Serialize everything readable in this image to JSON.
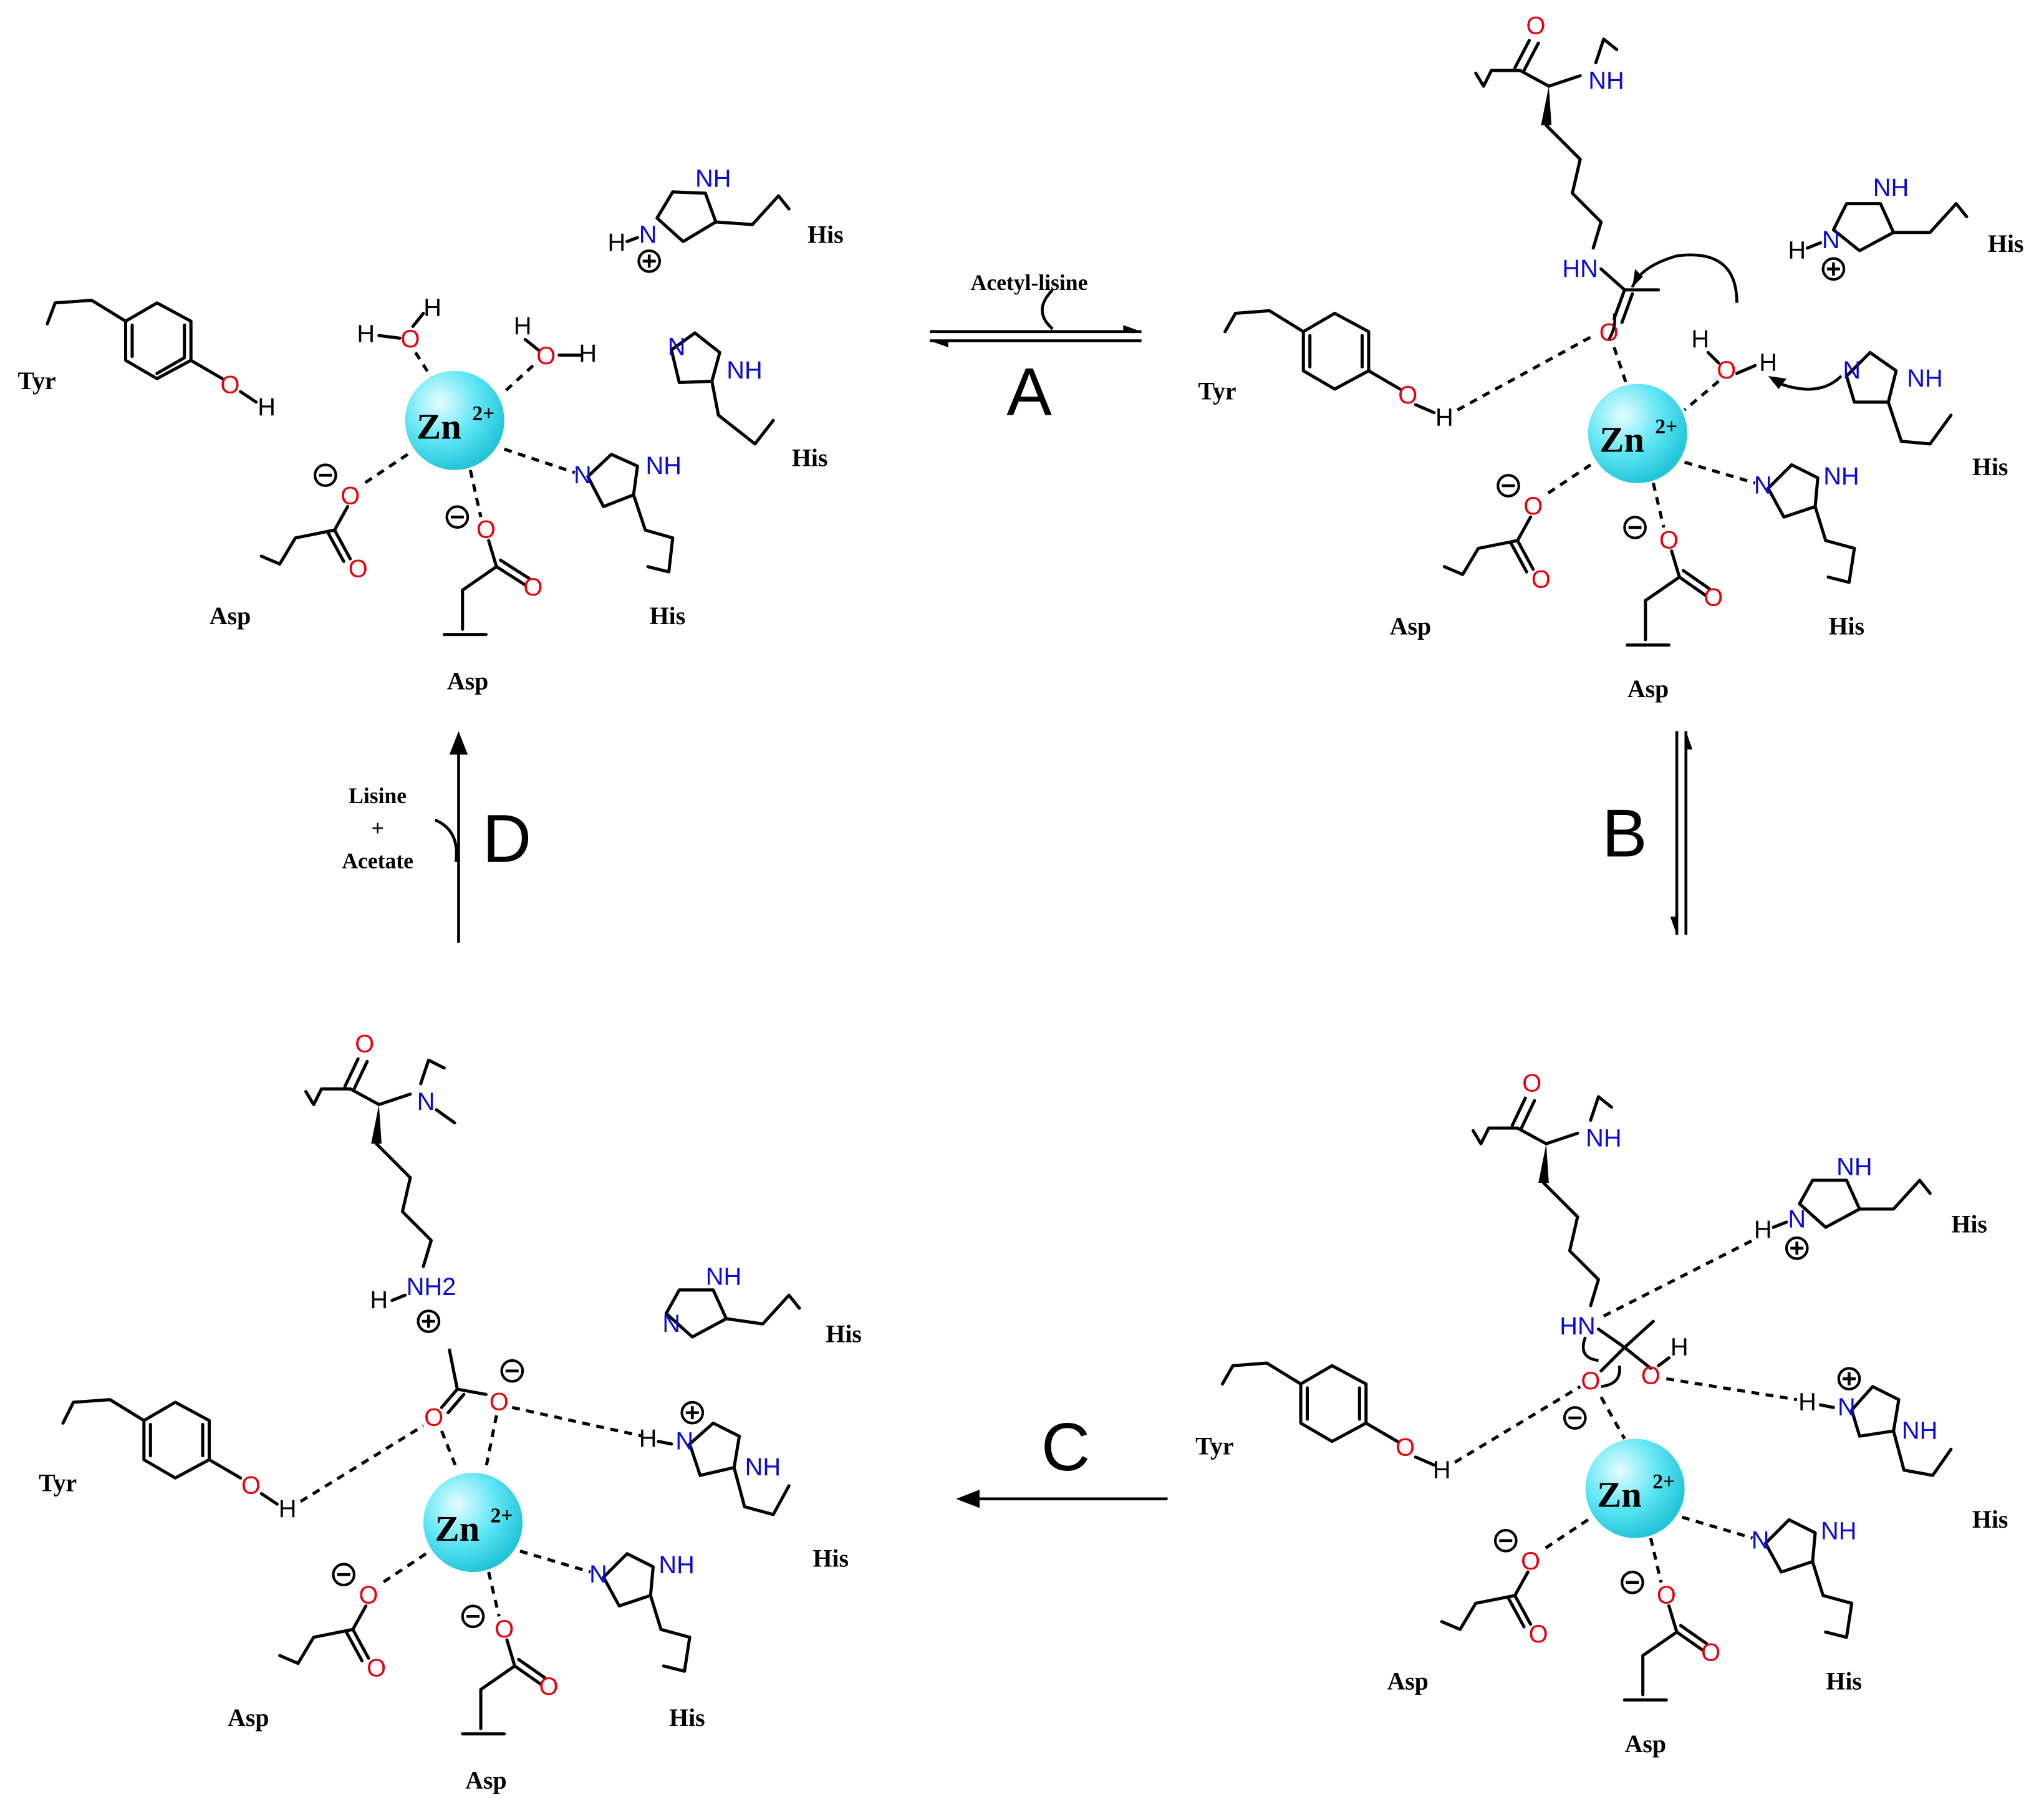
{
  "residues": {
    "tyr": "Tyr",
    "his": "His",
    "asp": "Asp"
  },
  "metal": {
    "symbol": "Zn",
    "charge": "2+",
    "sphere_color": "#5ee6f4"
  },
  "atoms": {
    "O": "O",
    "H": "H",
    "N": "N",
    "NH": "NH",
    "HN": "HN",
    "NH2": "NH2"
  },
  "charges": {
    "negative": "−",
    "positive": "+"
  },
  "steps": {
    "A": {
      "label": "A",
      "condition": "Acetyl-lisine"
    },
    "B": {
      "label": "B"
    },
    "C": {
      "label": "C"
    },
    "D": {
      "label": "D",
      "condition_lines": [
        "Lisine",
        "+",
        "Acetate"
      ]
    }
  },
  "colors": {
    "oxygen": "#e8000b",
    "nitrogen": "#0a0ad6",
    "bond": "#000000"
  }
}
